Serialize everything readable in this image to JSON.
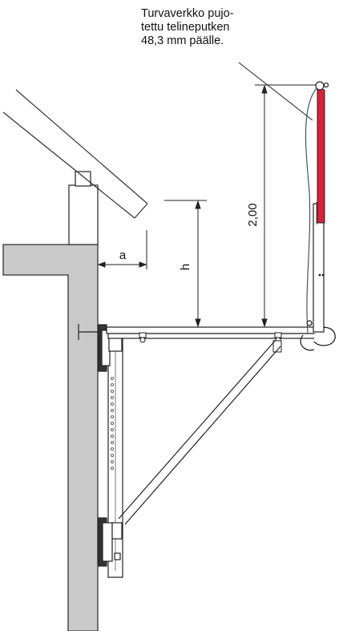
{
  "annotation": {
    "net_note": "Turvaverkko pujo-\ntettu telineputken\n48,3 mm päälle."
  },
  "dimensions": {
    "a": "a",
    "h": "h",
    "height_2m": "2,00"
  },
  "colors": {
    "wall": "#c9c9c9",
    "wall_stroke": "#333333",
    "post_red": "#d6213a",
    "line": "#222222"
  }
}
